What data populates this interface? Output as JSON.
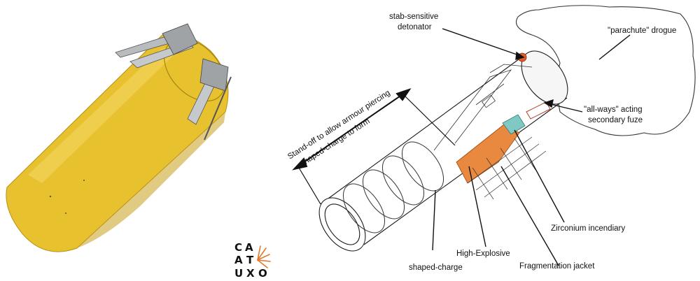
{
  "labels": {
    "detonator_line1": "stab-sensitive",
    "detonator_line2": "detonator",
    "drogue": "\"parachute\" drogue",
    "fuze_line1": "\"all-ways\" acting",
    "fuze_line2": "secondary fuze",
    "standoff_line1": "Stand-off to allow armour piercing",
    "standoff_line2": "shaped-charge to form",
    "zirconium": "Zirconium incendiary",
    "high_explosive": "High-Explosive",
    "shaped_charge": "shaped-charge",
    "fragmentation": "Fragmentation jacket"
  },
  "logo": {
    "letters_row1": [
      "C",
      "A"
    ],
    "letters_row2": [
      "A",
      "T"
    ],
    "letters_row3": [
      "U",
      "X",
      "O"
    ],
    "accent_color": "#e07a2e"
  },
  "colors": {
    "submunition_body": "#e8c12f",
    "submunition_shadow": "#c99f1a",
    "tape": "#b9bcbf",
    "explosive_fill": "#e8893f",
    "incendiary_fill": "#7fc8c4",
    "detonator_fill": "#e35a2a",
    "line_color": "#1a1a1a"
  }
}
